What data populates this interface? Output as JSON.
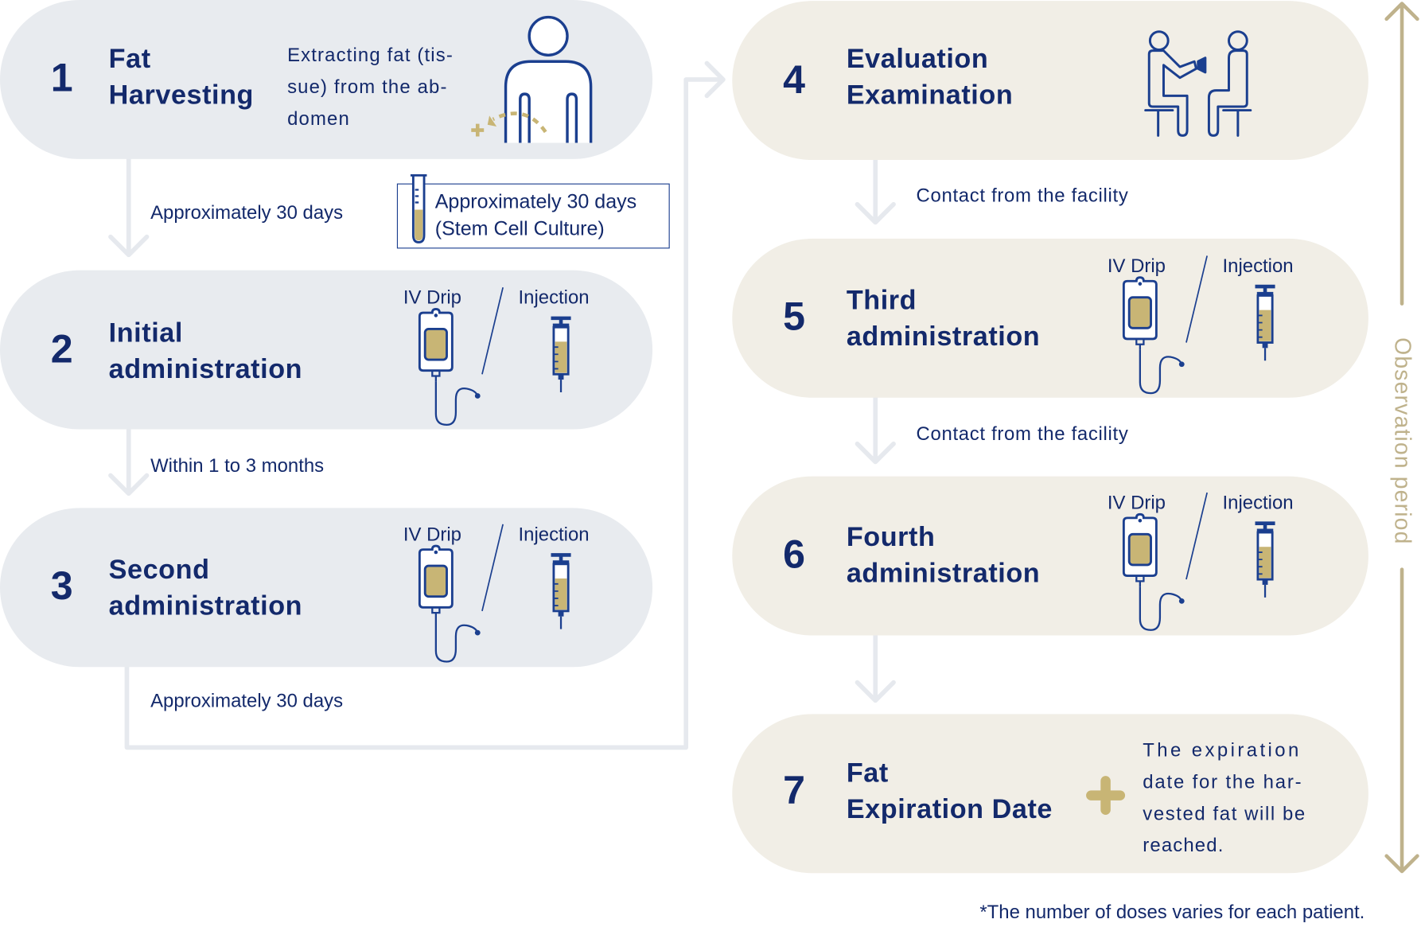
{
  "colors": {
    "navy": "#13296b",
    "icon_blue": "#1b3f8f",
    "gold": "#c8b575",
    "card_blue": "#e8ebef",
    "card_beige": "#f1eee6",
    "connector": "#e6e9ee",
    "observation_arrow": "#bfb28c"
  },
  "steps": [
    {
      "number": "1",
      "title_line1": "Fat",
      "title_line2": "Harvesting",
      "description_lines": [
        "Extracting fat (tis-",
        "sue) from the ab-",
        "domen"
      ],
      "icon": "person-abdomen-icon"
    },
    {
      "number": "2",
      "title_line1": "Initial",
      "title_line2": "administration",
      "option_a": "IV Drip",
      "option_b": "Injection"
    },
    {
      "number": "3",
      "title_line1": "Second",
      "title_line2": "administration",
      "option_a": "IV Drip",
      "option_b": "Injection"
    },
    {
      "number": "4",
      "title_line1": "Evaluation",
      "title_line2": "Examination",
      "icon": "consultation-icon"
    },
    {
      "number": "5",
      "title_line1": "Third",
      "title_line2": "administration",
      "option_a": "IV Drip",
      "option_b": "Injection"
    },
    {
      "number": "6",
      "title_line1": "Fourth",
      "title_line2": "administration",
      "option_a": "IV Drip",
      "option_b": "Injection"
    },
    {
      "number": "7",
      "title_line1": "Fat",
      "title_line2": "Expiration Date",
      "description_lines": [
        "The expiration",
        "date for the har-",
        "vested fat will be",
        "reached."
      ],
      "icon": "plus-icon"
    }
  ],
  "transitions": {
    "t1_2": "Approximately 30 days",
    "stem_cell_line1": "Approximately 30 days",
    "stem_cell_line2": "(Stem Cell Culture)",
    "t2_3": "Within 1 to 3 months",
    "t3_4": "Approximately 30 days",
    "t4_5": "Contact from the facility",
    "t5_6": "Contact from the facility"
  },
  "observation_label": "Observation period",
  "footnote": "*The number of doses varies for each patient."
}
